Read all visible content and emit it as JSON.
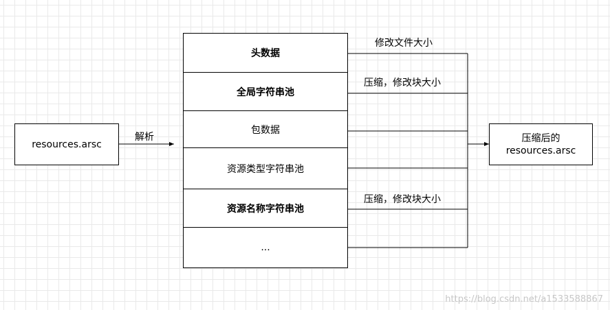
{
  "source_box": {
    "label": "resources.arsc"
  },
  "parse_label": "解析",
  "stack": [
    {
      "label": "头数据",
      "bold": true
    },
    {
      "label": "全局字符串池",
      "bold": true
    },
    {
      "label": "包数据",
      "bold": false
    },
    {
      "label": "资源类型字符串池",
      "bold": false
    },
    {
      "label": "资源名称字符串池",
      "bold": true
    },
    {
      "label": "...",
      "bold": false
    }
  ],
  "annotations": {
    "modify_size": "修改文件大小",
    "compress_1": "压缩，修改块大小",
    "compress_2": "压缩，修改块大小"
  },
  "result_box": {
    "line1": "压缩后的",
    "line2": "resources.arsc"
  },
  "watermark": "https://blog.csdn.net/a1533588867"
}
